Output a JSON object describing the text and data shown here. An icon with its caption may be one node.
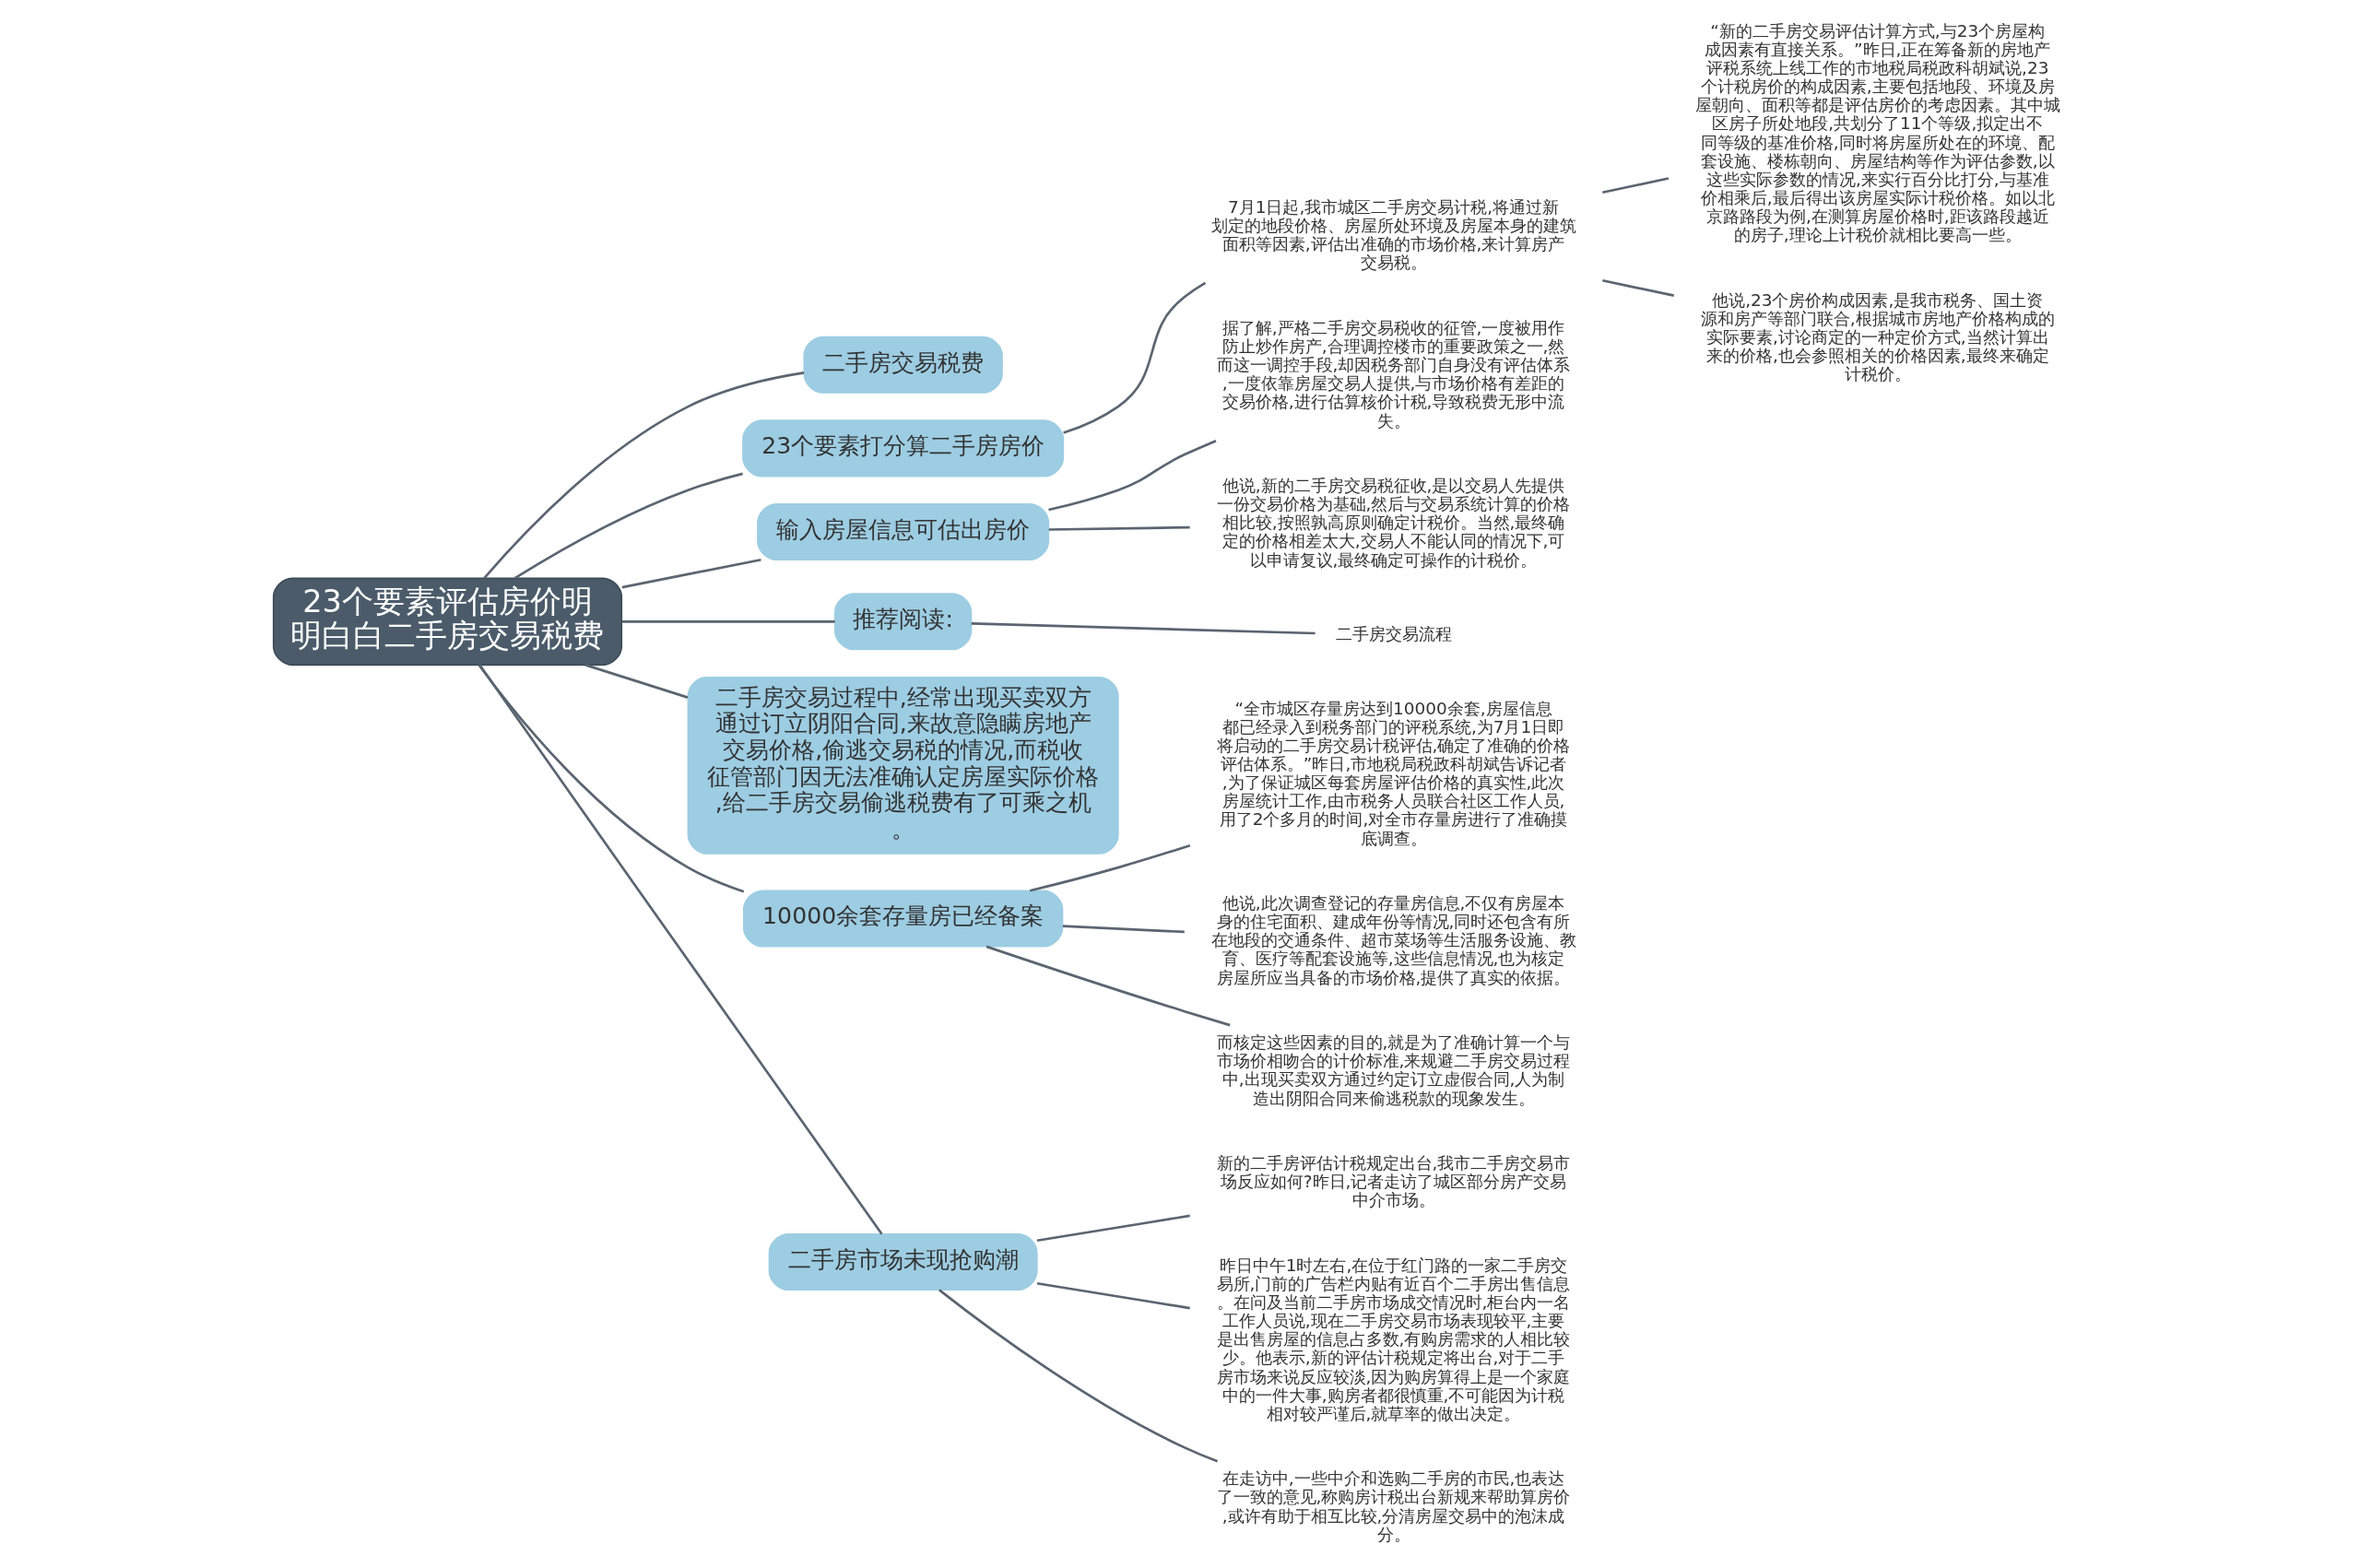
{
  "diagram": {
    "nodes": [
      {
        "text": [
          "23个要素评估房价明明白白二手房交易税费"
        ]
      },
      {
        "text": [
          "二手房交易税费"
        ]
      },
      {
        "text": [
          "23个要素打分算二手房房价"
        ]
      },
      {
        "text": [
          "7月1日起,我市城区二手房交易计税,将通过新划定的地段价格、房屋所处环境及房屋本身的建筑面积等因素,评估出准确的市场价格,来计算房产交易税。"
        ]
      },
      {
        "text": [
          "“新的二手房交易评估计算方式,与23个房屋构成因素有直接关系。”昨日,正在筹备新的房地产评税系统上线工作的市地税局税政科胡斌说,23个计税房价的构成因素,主要包括地段、环境及房屋朝向、面积等都是评估房价的考虑因素。其中城区房子所处地段,共划分了11个等级,拟定出不同等级的基准价格,同时将房屋所处在的环境、配套设施、楼栋朝向、房屋结构等作为评估参数,以这些实际参数的情况,来实行百分比打分,与基准价相乘后,最后得出该房屋实际计税价格。如以北京路路段为例,在测算房屋价格时,距该路段越近的房子,理论上计税价就相比要高一些。"
        ]
      },
      {
        "text": [
          "他说,23个房价构成因素,是我市税务、国土资源和房产等部门联合,根据城市房地产价格构成的实际要素,讨论商定的一种定价方式,当然计算出来的价格,也会参照相关的价格因素,最终来确定计税价。"
        ]
      },
      {
        "text": [
          "输入房屋信息可估出房价"
        ]
      },
      {
        "text": [
          "据了解,严格二手房交易税收的征管,一度被用作防止炒作房产,合理调控楼市的重要政策之一,然而这一调控手段,却因税务部门自身没有评估体系,一度依靠房屋交易人提供,与市场价格有差距的交易价格,进行估算核价计税,导致税费无形中流失。"
        ]
      },
      {
        "text": [
          "他说,新的二手房交易税征收,是以交易人先提供一份交易价格为基础,然后与交易系统计算的价格相比较,按照孰高原则确定计税价。当然,最终确定的价格相差太大,交易人不能认同的情况下,可以申请复议,最终确定可操作的计税价。"
        ]
      },
      {
        "text": [
          "推荐阅读:"
        ]
      },
      {
        "text": [
          "二手房交易流程"
        ]
      },
      {
        "text": [
          "二手房交易过程中,经常出现买卖双方通过订立阴阳合同,来故意隐瞒房地产交易价格,偷逃交易税的情况,而税收征管部门因无法准确认定房屋实际价格,给二手房交易偷逃税费有了可乘之机。"
        ]
      },
      {
        "text": [
          "10000余套存量房已经备案"
        ]
      },
      {
        "text": [
          "“全市城区存量房达到10000余套,房屋信息都已经录入到税务部门的评税系统,为7月1日即将启动的二手房交易计税评估,确定了准确的价格评估体系。”昨日,市地税局税政科胡斌告诉记者,为了保证城区每套房屋评估价格的真实性,此次房屋统计工作,由市税务人员联合社区工作人员,用了2个多月的时间,对全市存量房进行了准确摸底调查。"
        ]
      },
      {
        "text": [
          "他说,此次调查登记的存量房信息,不仅有房屋本身的住宅面积、建成年份等情况,同时还包含有所在地段的交通条件、超市菜场等生活服务设施、教育、医疗等配套设施等,这些信息情况,也为核定房屋所应当具备的市场价格,提供了真实的依据。"
        ]
      },
      {
        "text": [
          "而核定这些因素的目的,就是为了准确计算一个与市场价相吻合的计价标准,来规避二手房交易过程中,出现买卖双方通过约定订立虚假合同,人为制造出阴阳合同来偷逃税款的现象发生。"
        ]
      },
      {
        "text": [
          "二手房市场未现抢购潮"
        ]
      },
      {
        "text": [
          "新的二手房评估计税规定出台,我市二手房交易市场反应如何?昨日,记者走访了城区部分房产交易中介市场。"
        ]
      },
      {
        "text": [
          "昨日中午1时左右,在位于红门路的一家二手房交易所,门前的广告栏内贴有近百个二手房出售信息。在问及当前二手房市场成交情况时,柜台内一名工作人员说,现在二手房交易市场表现较平,主要是出售房屋的信息占多数,有购房需求的人相比较少。他表示,新的评估计税规定将出台,对于二手房市场来说反应较淡,因为购房算得上是一个家庭中的一件大事,购房者都很慎重,不可能因为计税相对较严谨后,就草率的做出决定。"
        ]
      },
      {
        "text": [
          "在走访中,一些中介和选购二手房的市民,也表达了一致的意见,称购房计税出台新规来帮助算房价,或许有助于相互比较,分清房屋交易中的泡沫成分。"
        ]
      }
    ],
    "edges": [
      {
        "from": 0,
        "to": 1,
        "arrow": "none"
      },
      {
        "from": 0,
        "to": 2,
        "arrow": "none"
      },
      {
        "from": 2,
        "to": 3,
        "arrow": "none"
      },
      {
        "from": 3,
        "to": 4,
        "arrow": "none"
      },
      {
        "from": 3,
        "to": 5,
        "arrow": "none"
      },
      {
        "from": 0,
        "to": 6,
        "arrow": "none"
      },
      {
        "from": 6,
        "to": 7,
        "arrow": "none"
      },
      {
        "from": 6,
        "to": 8,
        "arrow": "none"
      },
      {
        "from": 0,
        "to": 9,
        "arrow": "none"
      },
      {
        "from": 9,
        "to": 10,
        "arrow": "none"
      },
      {
        "from": 0,
        "to": 11,
        "arrow": "none"
      },
      {
        "from": 0,
        "to": 12,
        "arrow": "none"
      },
      {
        "from": 12,
        "to": 13,
        "arrow": "none"
      },
      {
        "from": 12,
        "to": 14,
        "arrow": "none"
      },
      {
        "from": 12,
        "to": 15,
        "arrow": "none"
      },
      {
        "from": 0,
        "to": 16,
        "arrow": "none"
      },
      {
        "from": 16,
        "to": 17,
        "arrow": "none"
      },
      {
        "from": 16,
        "to": 18,
        "arrow": "none"
      },
      {
        "from": 16,
        "to": 19,
        "arrow": "none"
      }
    ]
  }
}
